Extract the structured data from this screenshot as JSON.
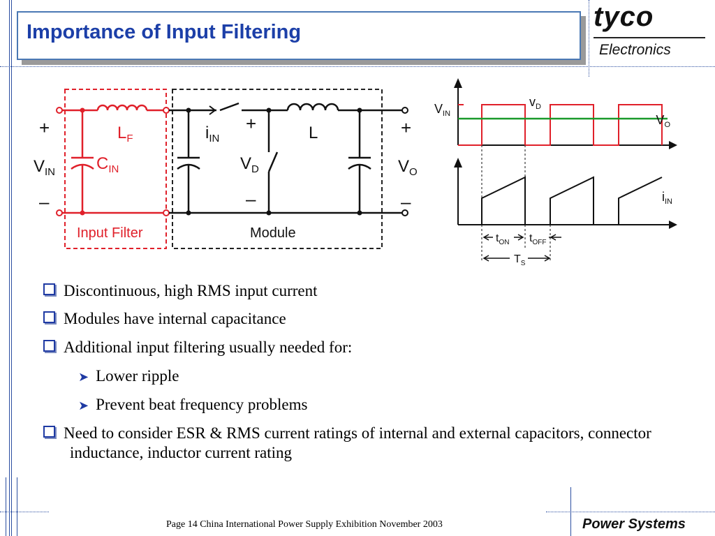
{
  "title": "Importance of Input Filtering",
  "logo": {
    "brand": "tyco",
    "sub": "Electronics",
    "footer_brand": "Power Systems"
  },
  "circuit": {
    "plus_left": "+",
    "vin": "V",
    "vin_sub": "IN",
    "minus_left": "–",
    "lf": "L",
    "lf_sub": "F",
    "cin": "C",
    "cin_sub": "IN",
    "iin": "i",
    "iin_sub": "IN",
    "plus_mid": "+",
    "vd": "V",
    "vd_sub": "D",
    "minus_mid": "–",
    "l": "L",
    "plus_right": "+",
    "vo": "V",
    "vo_sub": "O",
    "minus_right": "–",
    "input_filter_label": "Input Filter",
    "module_label": "Module"
  },
  "waveform": {
    "vin": "V",
    "vin_sub": "IN",
    "vd": "v",
    "vd_sub": "D",
    "vo": "V",
    "vo_sub": "O",
    "iin": "i",
    "iin_sub": "IN",
    "ton": "t",
    "ton_sub": "ON",
    "toff": "t",
    "toff_sub": "OFF",
    "ts": "T",
    "ts_sub": "S"
  },
  "bullets": [
    "Discontinuous, high RMS input current",
    "Modules have internal capacitance",
    "Additional input filtering usually needed for:",
    "Need to consider ESR & RMS current ratings of internal and external capacitors, connector inductance, inductor current rating"
  ],
  "sub_bullets": [
    "Lower ripple",
    "Prevent beat frequency problems"
  ],
  "footer": "Page 14   China International Power Supply Exhibition  November 2003",
  "colors": {
    "title": "#1c3fa8",
    "filter_red": "#e0202a",
    "accent_blue": "#2b4ea0"
  }
}
